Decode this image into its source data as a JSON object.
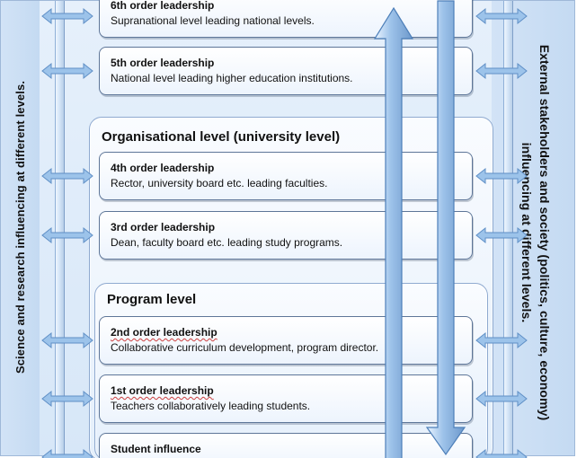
{
  "diagram": {
    "left_side_text": "Science and research influencing at different levels.",
    "right_side_text": "External stakeholders and society (politics, culture, economy) influencing at different levels.",
    "organisational_title": "Organisational level (university level)",
    "program_title": "Program level",
    "cards": {
      "sixth": {
        "title": "6th order leadership",
        "description": "Supranational level leading national levels."
      },
      "fifth": {
        "title": "5th order leadership",
        "description": "National level leading higher education institutions."
      },
      "fourth": {
        "title": "4th order leadership",
        "description": "Rector, university board etc. leading faculties."
      },
      "third": {
        "title": "3rd order leadership",
        "description": "Dean, faculty board etc. leading study programs."
      },
      "second": {
        "title": "2nd order leadership",
        "description": "Collaborative curriculum development, program director."
      },
      "first": {
        "title": "1st order leadership",
        "description": "Teachers collaboratively leading students."
      },
      "student": {
        "title": "Student influence"
      }
    }
  }
}
